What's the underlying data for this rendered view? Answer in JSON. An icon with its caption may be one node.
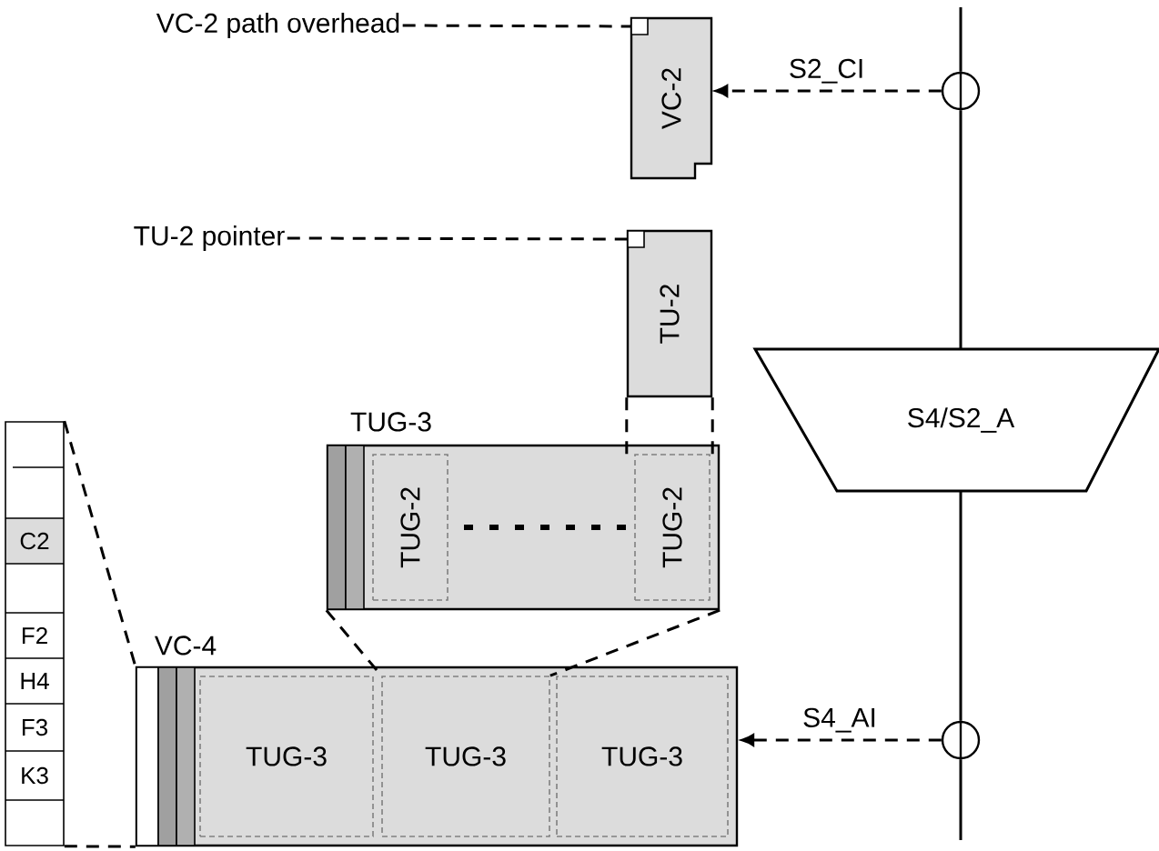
{
  "diagram": {
    "nodes": [
      {
        "text": [
          "VC-2 path overhead"
        ]
      },
      {
        "text": [
          "VC-2"
        ]
      },
      {
        "text": [],
        "shape": "box",
        "in": 1
      },
      {
        "text": [
          "TU-2 pointer"
        ]
      },
      {
        "text": [
          "TU-2"
        ]
      },
      {
        "text": [],
        "shape": "box",
        "in": 4
      },
      {
        "text": [
          "TUG-3"
        ]
      },
      {
        "text": [
          "TUG-2"
        ],
        "in": 6
      },
      {
        "text": [
          "TUG-2"
        ],
        "in": 6
      },
      {
        "text": [],
        "shape": "bar"
      },
      {
        "text": [
          "VC-4"
        ]
      },
      {
        "text": [
          "TUG-3"
        ],
        "in": 10
      },
      {
        "text": [
          "TUG-3"
        ],
        "in": 10
      },
      {
        "text": [
          "TUG-3"
        ],
        "in": 10
      },
      {
        "text": [],
        "shape": "circle"
      },
      {
        "text": [
          "S4/S2_A"
        ]
      },
      {
        "text": [],
        "shape": "circle"
      }
    ],
    "edges": [
      {
        "from": 0,
        "to": 2,
        "arrow": "none",
        "style": "dashed"
      },
      {
        "from": 3,
        "to": 5,
        "arrow": "none",
        "style": "dashed"
      },
      {
        "from": 14,
        "to": 1,
        "arrow": "to",
        "style": "dashed",
        "label": "S2_CI"
      },
      {
        "from": 16,
        "to": 10,
        "arrow": "to",
        "style": "dashed",
        "label": "S4_AI"
      },
      {
        "from": null,
        "to": 14,
        "arrow": "none"
      },
      {
        "from": 14,
        "to": 15,
        "arrow": "none"
      },
      {
        "from": 15,
        "to": 16,
        "arrow": "none"
      },
      {
        "from": 16,
        "to": null,
        "arrow": "none"
      },
      {
        "from": 4,
        "to": 8,
        "arrow": "none",
        "style": "dashed"
      },
      {
        "from": 4,
        "to": 8,
        "arrow": "none",
        "style": "dashed"
      },
      {
        "from": 6,
        "to": 12,
        "arrow": "none",
        "style": "dashed"
      },
      {
        "from": 6,
        "to": 12,
        "arrow": "none",
        "style": "dashed"
      },
      {
        "from": 9,
        "to": 10,
        "arrow": "none",
        "style": "dashed"
      },
      {
        "from": 9,
        "to": 10,
        "arrow": "none",
        "style": "dashed"
      }
    ],
    "labels": [
      "C2",
      "F2",
      "H4",
      "F3",
      "K3"
    ]
  }
}
